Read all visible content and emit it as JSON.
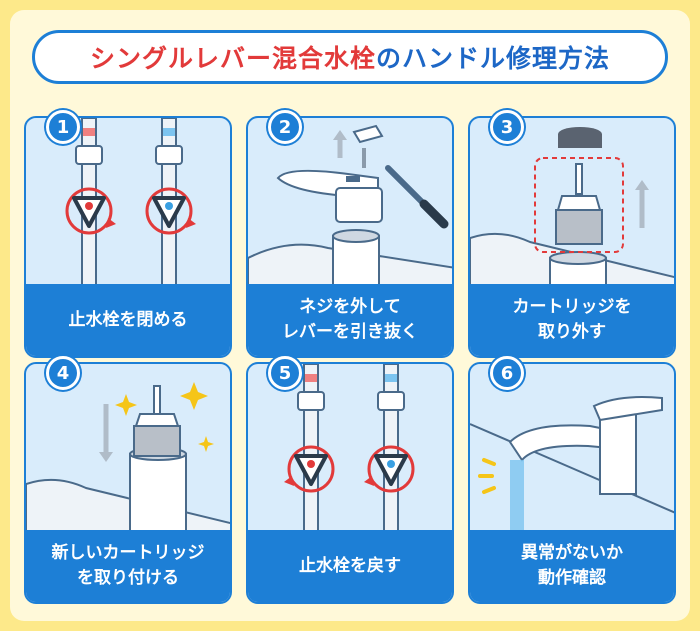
{
  "title": {
    "part_red": "シングルレバー混合水栓",
    "part_blue": "のハンドル修理方法"
  },
  "steps": [
    {
      "number": "1",
      "label": "止水栓を閉める"
    },
    {
      "number": "2",
      "label": "ネジを外して\nレバーを引き抜く"
    },
    {
      "number": "3",
      "label": "カートリッジを\n取り外す"
    },
    {
      "number": "4",
      "label": "新しいカートリッジ\nを取り付ける"
    },
    {
      "number": "5",
      "label": "止水栓を戻す"
    },
    {
      "number": "6",
      "label": "異常がないか\n動作確認"
    }
  ],
  "colors": {
    "accent": "#1d7fd6",
    "title_red": "#e23a3a",
    "background": "#fde98a",
    "card_bg": "#d9ecfb",
    "hot": "#e23a3a",
    "cold": "#3aa0e2"
  }
}
